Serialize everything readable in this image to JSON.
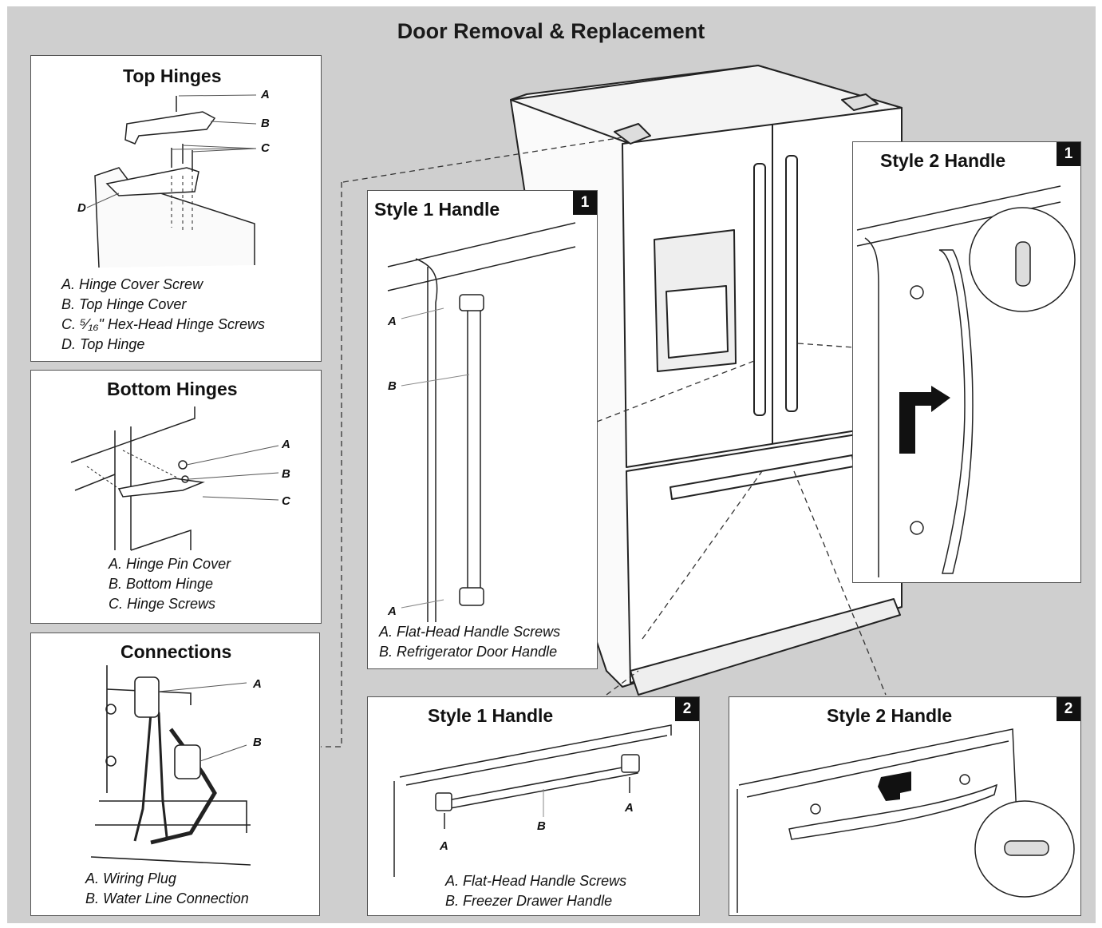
{
  "page_title": "Door Removal & Replacement",
  "top_hinges": {
    "title": "Top Hinges",
    "callouts": [
      "A",
      "B",
      "C",
      "D"
    ],
    "legend": [
      "A. Hinge Cover Screw",
      "B. Top Hinge Cover",
      "C. ⁵⁄₁₆\" Hex-Head Hinge Screws",
      "D. Top Hinge"
    ]
  },
  "bottom_hinges": {
    "title": "Bottom Hinges",
    "callouts": [
      "A",
      "B",
      "C"
    ],
    "legend": [
      "A. Hinge Pin Cover",
      "B. Bottom Hinge",
      "C. Hinge Screws"
    ]
  },
  "connections": {
    "title": "Connections",
    "callouts": [
      "A",
      "B"
    ],
    "legend": [
      "A. Wiring Plug",
      "B. Water Line Connection"
    ]
  },
  "style1_door": {
    "title": "Style 1 Handle",
    "badge": "1",
    "callouts": [
      "A",
      "B",
      "A"
    ],
    "legend": [
      "A. Flat-Head Handle Screws",
      "B. Refrigerator Door Handle"
    ]
  },
  "style2_door": {
    "title": "Style 2 Handle",
    "badge": "1"
  },
  "style1_drawer": {
    "title": "Style 1 Handle",
    "badge": "2",
    "callouts": [
      "A",
      "B",
      "A"
    ],
    "legend": [
      "A. Flat-Head Handle Screws",
      "B. Freezer Drawer Handle"
    ]
  },
  "style2_drawer": {
    "title": "Style 2 Handle",
    "badge": "2"
  }
}
